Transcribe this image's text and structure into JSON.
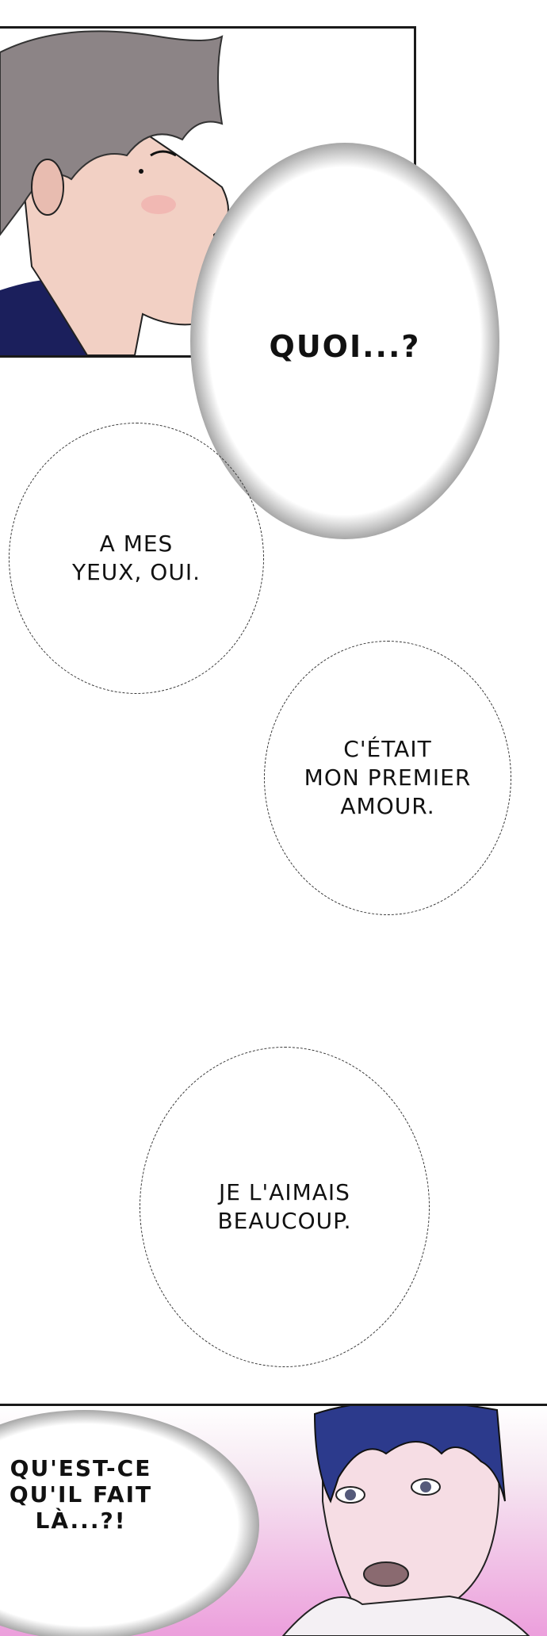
{
  "panels": {
    "top": {
      "speech": "QUOI...?"
    },
    "bottom": {
      "speech": "QU'EST-CE\nQU'IL FAIT\nLÀ...?!"
    }
  },
  "bubbles": [
    {
      "text": "A MES\nYEUX, OUI."
    },
    {
      "text": "C'ÉTAIT\nMON PREMIER\nAMOUR."
    },
    {
      "text": "JE L'AIMAIS\nBEAUCOUP."
    }
  ],
  "colors": {
    "jacket": "#1b1f5c",
    "skin": "#f2d0c4",
    "hair_top": "#8c8486",
    "hair_bottom": "#2c3a8c",
    "pink_bg": "#ec9fdc"
  }
}
